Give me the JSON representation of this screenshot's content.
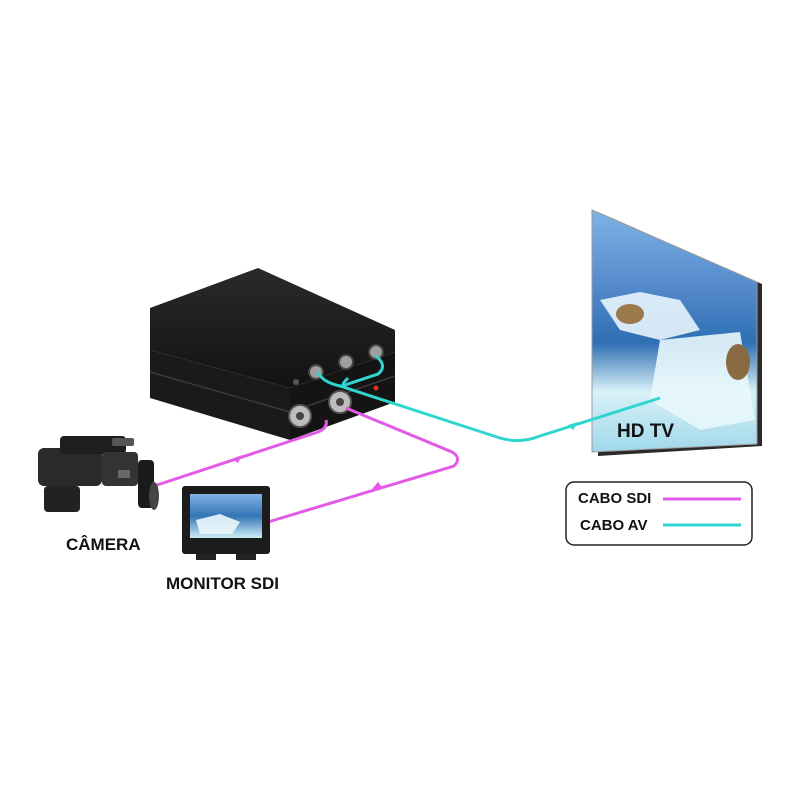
{
  "labels": {
    "camera": "CÂMERA",
    "monitor": "MONITOR SDI",
    "hdtv": "HD TV"
  },
  "legend": {
    "items": [
      {
        "label": "CABO SDI",
        "color": "#e25be6"
      },
      {
        "label": "CABO AV",
        "color": "#2fd6d0"
      }
    ]
  },
  "colors": {
    "sdi_cable": "#e25be6",
    "av_cable": "#2fd6d0",
    "device_body": "#1b1b1b"
  },
  "icons": [
    "video-camera-icon",
    "sdi-monitor-icon",
    "converter-box-icon",
    "hd-tv-icon"
  ]
}
